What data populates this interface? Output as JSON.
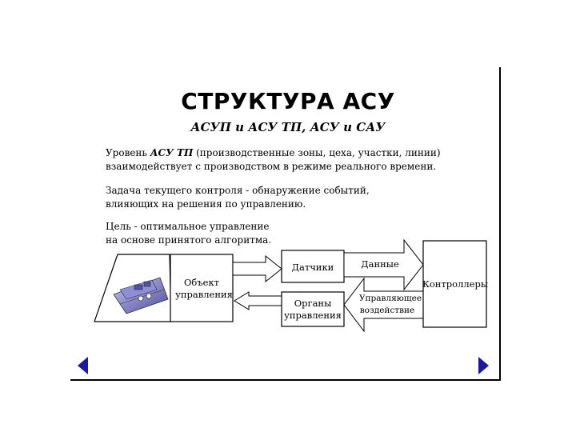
{
  "slide": {
    "title": "СТРУКТУРА АСУ",
    "subtitle": "АСУП и АСУ ТП, АСУ и САУ",
    "paragraphs": [
      {
        "before": "Уровень ",
        "emph": "АСУ ТП",
        "after": " (производственные зоны, цеха, участки, линии)",
        "line2": "взаимодействует с производством в режиме реального времени."
      },
      {
        "line1": "Задача текущего контроля - обнаружение событий,",
        "line2": "влияющих на решения по управлению."
      },
      {
        "line1": "Цель - оптимальное управление",
        "line2": "на основе принятого алгоритма."
      }
    ]
  },
  "diagram": {
    "object_line1": "Объект",
    "object_line2": "управления",
    "sensors": "Датчики",
    "organs_line1": "Органы",
    "organs_line2": "управления",
    "data_label": "Данные",
    "control_line1": "Управляющее",
    "control_line2": "воздействие",
    "controllers": "Контроллеры"
  },
  "navigation": {
    "prev_icon": "triangle-left-icon",
    "next_icon": "triangle-right-icon",
    "color": "#1a1aa0"
  }
}
